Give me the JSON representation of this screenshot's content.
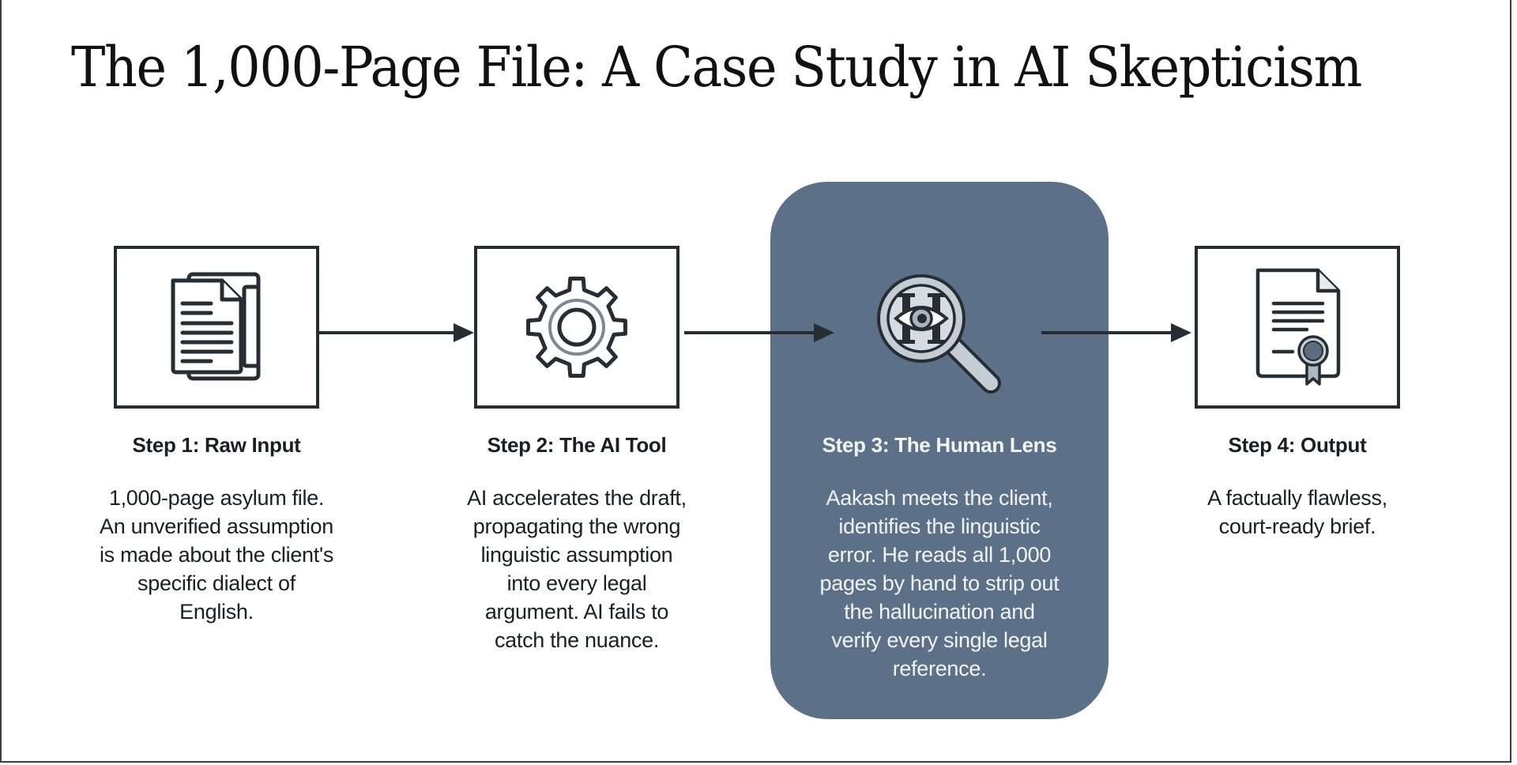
{
  "title": "The 1,000-Page File: A Case Study in AI Skepticism",
  "colors": {
    "highlight_panel": "#5c7088",
    "stroke": "#262d33",
    "background": "#ffffff"
  },
  "steps": [
    {
      "title": "Step 1: Raw Input",
      "icon": "document-stack-icon",
      "description_lines": [
        "1,000-page asylum file.",
        "An unverified assumption",
        "is made about the client's",
        "specific dialect of",
        "English."
      ]
    },
    {
      "title": "Step 2: The AI Tool",
      "icon": "gear-icon",
      "description_lines": [
        "AI accelerates the draft,",
        "propagating the wrong",
        "linguistic assumption",
        "into every legal",
        "argument. AI fails to",
        "catch the nuance."
      ]
    },
    {
      "title": "Step 3: The Human Lens",
      "icon": "magnifier-eye-icon",
      "highlighted": true,
      "description_lines": [
        "Aakash meets the client,",
        "identifies the linguistic",
        "error. He reads all 1,000",
        "pages by hand to strip out",
        "the hallucination and",
        "verify every single legal",
        "reference."
      ]
    },
    {
      "title": "Step 4: Output",
      "icon": "certified-document-icon",
      "description_lines": [
        "A factually flawless,",
        "court-ready brief."
      ]
    }
  ]
}
